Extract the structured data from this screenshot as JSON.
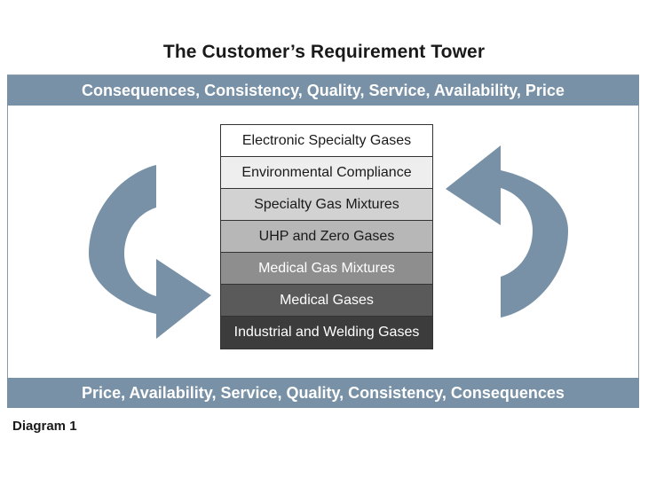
{
  "title": "The Customer’s Requirement Tower",
  "top_band": "Consequences, Consistency, Quality, Service, Availability, Price",
  "bottom_band": "Price, Availability, Service, Quality, Consistency, Consequences",
  "tiers": [
    {
      "label": "Electronic Specialty Gases",
      "bg": "#ffffff",
      "fg": "#1a1a1a"
    },
    {
      "label": "Environmental Compliance",
      "bg": "#eeeeee",
      "fg": "#1a1a1a"
    },
    {
      "label": "Specialty Gas Mixtures",
      "bg": "#d2d2d2",
      "fg": "#1a1a1a"
    },
    {
      "label": "UHP and Zero Gases",
      "bg": "#b7b7b7",
      "fg": "#1a1a1a"
    },
    {
      "label": "Medical Gas Mixtures",
      "bg": "#8e8e8e",
      "fg": "#ffffff"
    },
    {
      "label": "Medical Gases",
      "bg": "#5a5a5a",
      "fg": "#ffffff"
    },
    {
      "label": "Industrial and Welding Gases",
      "bg": "#3c3c3c",
      "fg": "#ffffff"
    }
  ],
  "arrow_color": "#7891a6",
  "caption": "Diagram 1"
}
